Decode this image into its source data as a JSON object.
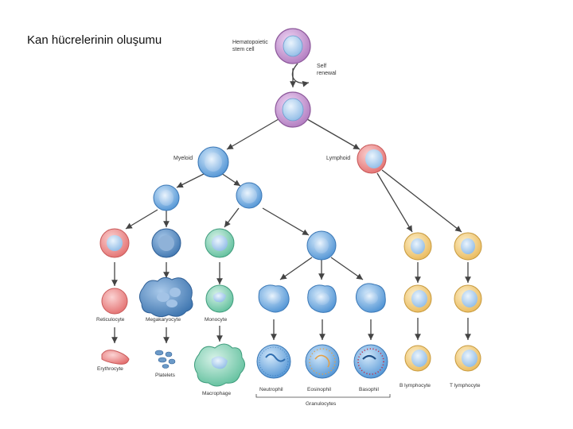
{
  "slide": {
    "title": "Kan hücrelerinin oluşumu"
  },
  "labels": {
    "hsc_line1": "Hematopoietic",
    "hsc_line2": "stem cell",
    "self_line1": "Self",
    "self_line2": "renewal",
    "myeloid": "Myeloid",
    "lymphoid": "Lymphoid",
    "reticulocyte": "Reticulocyte",
    "megakaryocyte": "Megakaryocyte",
    "monocyte": "Monocyte",
    "erythrocyte": "Erythrocyte",
    "platelets": "Platelets",
    "macrophage": "Macrophage",
    "neutrophil": "Neutrophil",
    "eosinophil": "Eosinophil",
    "basophil": "Basophil",
    "granulocytes": "Granulocytes",
    "b_lymphocyte": "B lymphocyte",
    "t_lymphocyte": "T lymphocyte"
  },
  "colors": {
    "stem_cell": "#c79bd1",
    "progenitor": "#6aa8e0",
    "red_lineage": "#ee8c8c",
    "megakaryocyte": "#5b8fc4",
    "monocyte": "#7ecfb0",
    "lymphocyte": "#f2cf7a",
    "nucleus": "#bcd9f5",
    "arrow": "#444444"
  }
}
